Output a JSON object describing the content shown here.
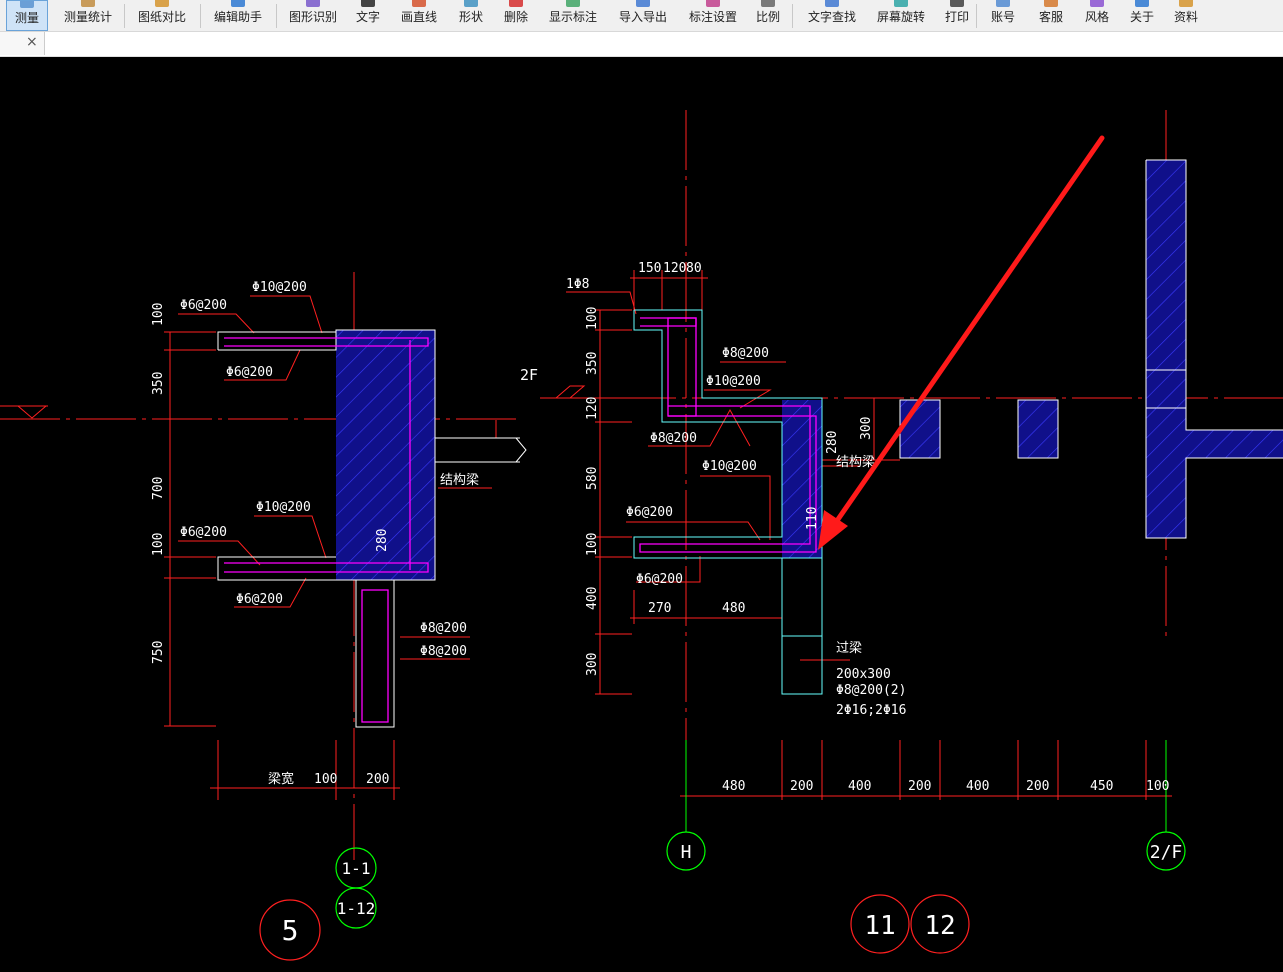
{
  "toolbar": {
    "items": [
      {
        "label": "测量",
        "icon": "ruler-icon",
        "active": true
      },
      {
        "label": "测量统计",
        "icon": "stats-icon"
      },
      {
        "label": "图纸对比",
        "icon": "compare-icon"
      },
      {
        "label": "编辑助手",
        "icon": "edit-icon"
      },
      {
        "label": "图形识别",
        "icon": "recognize-icon"
      },
      {
        "label": "文字",
        "icon": "text-icon"
      },
      {
        "label": "画直线",
        "icon": "line-icon"
      },
      {
        "label": "形状",
        "icon": "shape-icon"
      },
      {
        "label": "删除",
        "icon": "delete-icon"
      },
      {
        "label": "显示标注",
        "icon": "annotation-icon"
      },
      {
        "label": "导入导出",
        "icon": "import-export-icon"
      },
      {
        "label": "标注设置",
        "icon": "annotation-settings-icon"
      },
      {
        "label": "比例",
        "icon": "scale-icon"
      },
      {
        "label": "文字查找",
        "icon": "find-text-icon"
      },
      {
        "label": "屏幕旋转",
        "icon": "rotate-icon"
      },
      {
        "label": "打印",
        "icon": "print-icon"
      },
      {
        "label": "账号",
        "icon": "account-icon"
      },
      {
        "label": "客服",
        "icon": "support-icon"
      },
      {
        "label": "风格",
        "icon": "style-icon"
      },
      {
        "label": "关于",
        "icon": "about-icon"
      },
      {
        "label": "资料",
        "icon": "docs-icon"
      }
    ]
  },
  "tab": {
    "close_glyph": "×"
  },
  "colors": {
    "red": "#ff2020",
    "magenta": "#ff00ff",
    "blue": "#2a2aff",
    "cyan": "#66ffff",
    "white": "#ffffff",
    "green": "#00ff00",
    "arrow": "#ff1a1a"
  },
  "drawing": {
    "left": {
      "rebar": [
        "Φ10@200",
        "Φ6@200",
        "Φ6@200",
        "Φ10@200",
        "Φ6@200",
        "Φ6@200",
        "Φ8@200",
        "Φ8@200"
      ],
      "dims_v": [
        "100",
        "350",
        "700",
        "100",
        "750"
      ],
      "dim_280": "280",
      "beam": "结构梁",
      "bottom_dims": [
        "梁宽",
        "100",
        "200"
      ],
      "axes": [
        "1-1",
        "1-12"
      ],
      "detail": "5"
    },
    "right": {
      "top_dims": [
        "150",
        "120",
        "80"
      ],
      "bar_1": "1Φ8",
      "floor": "2F",
      "rebar": [
        "Φ8@200",
        "Φ10@200",
        "Φ8@200",
        "Φ10@200",
        "Φ6@200",
        "Φ6@200"
      ],
      "dims_v": [
        "100",
        "350",
        "120",
        "580",
        "100",
        "400",
        "300"
      ],
      "dims_inner": [
        "280",
        "300",
        "110"
      ],
      "beam": "结构梁",
      "bottom_dims_mid": [
        "270",
        "480"
      ],
      "lintel": {
        "title": "过梁",
        "size": "200x300",
        "stirrup": "Φ8@200(2)",
        "bars": "2Φ16;2Φ16"
      },
      "bottom_dims": [
        "480",
        "200",
        "400",
        "200",
        "400",
        "200",
        "450",
        "100"
      ],
      "axes": [
        "H",
        "2/F"
      ],
      "details": [
        "11",
        "12"
      ]
    }
  }
}
